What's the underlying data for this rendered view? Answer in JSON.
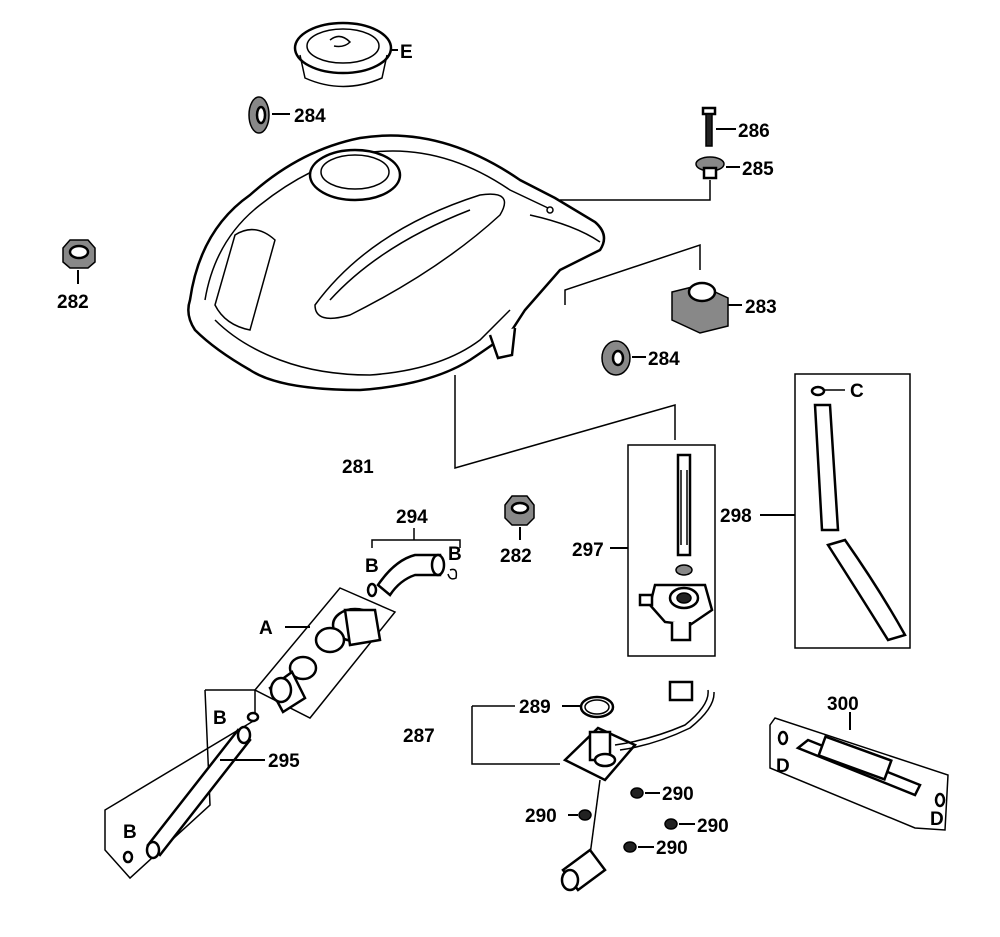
{
  "labels": {
    "tank": "281",
    "cap_nut_left": "282",
    "cap_nut_center": "282",
    "bracket": "283",
    "damper_top": "284",
    "damper_right": "284",
    "washer": "285",
    "bolt": "286",
    "pump_assy": "287",
    "oring": "289",
    "nut_a": "290",
    "nut_b": "290",
    "nut_c": "290",
    "nut_d": "290",
    "hose_assy": "294",
    "filter_hose": "295",
    "cock_assy": "297",
    "drain_hose": "298",
    "breather_hose": "300",
    "letter_A": "A",
    "letter_B_1": "B",
    "letter_B_2": "B",
    "letter_B_3": "B",
    "letter_B_4": "B",
    "letter_C": "C",
    "letter_D_1": "D",
    "letter_D_2": "D",
    "letter_E": "E"
  }
}
